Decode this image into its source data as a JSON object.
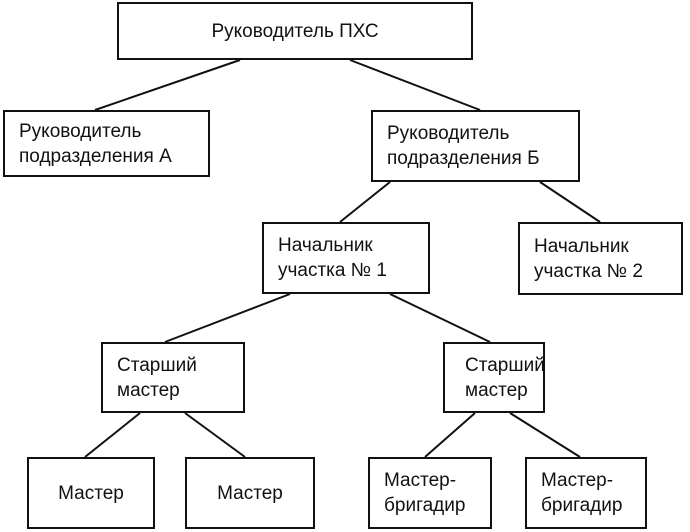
{
  "nodes": {
    "root": "Руководитель ПХС",
    "dept_a": "Руководитель\nподразделения А",
    "dept_b": "Руководитель\nподразделения Б",
    "section_1": "Начальник\nучастка № 1",
    "section_2": "Начальник\nучастка № 2",
    "senior_master_1": "Старший\nмастер",
    "senior_master_2": "Старший\nмастер",
    "master_1": "Мастер",
    "master_2": "Мастер",
    "foreman_1": "Мастер-\nбригадир",
    "foreman_2": "Мастер-\nбригадир"
  },
  "edges": [
    [
      "root",
      "dept_a"
    ],
    [
      "root",
      "dept_b"
    ],
    [
      "dept_b",
      "section_1"
    ],
    [
      "dept_b",
      "section_2"
    ],
    [
      "section_1",
      "senior_master_1"
    ],
    [
      "section_1",
      "senior_master_2"
    ],
    [
      "senior_master_1",
      "master_1"
    ],
    [
      "senior_master_1",
      "master_2"
    ],
    [
      "senior_master_2",
      "foreman_1"
    ],
    [
      "senior_master_2",
      "foreman_2"
    ]
  ]
}
